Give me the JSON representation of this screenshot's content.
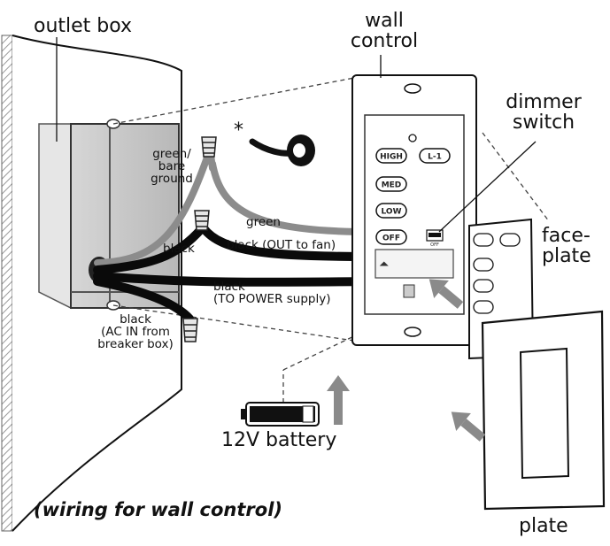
{
  "labels": {
    "outlet_box": "outlet box",
    "wall_control": "wall\ncontrol",
    "dimmer_switch": "dimmer\nswitch",
    "face_plate": "face-\nplate",
    "plate": "plate",
    "battery": "12V battery",
    "asterisk": "*",
    "green_bare_ground": "green/\nbare\nground",
    "green": "green",
    "black_left": "black",
    "black_out": "black (OUT to fan)",
    "black_power": "black\n(TO POWER supply)",
    "black_ac": "black\n(AC IN from\nbreaker box)",
    "caption": "(wiring for wall control)"
  },
  "buttons": {
    "high": "HIGH",
    "l1": "L-1",
    "med": "MED",
    "low": "LOW",
    "off": "OFF"
  },
  "dimmer_text": "OFF",
  "colors": {
    "ink": "#111111",
    "wire_black": "#0a0a0a",
    "wire_gray": "#8c8c8c",
    "arrow": "#8a8a8a",
    "box_fill": "#c9c9c9",
    "wall_hatch": "#9a9a9a"
  }
}
